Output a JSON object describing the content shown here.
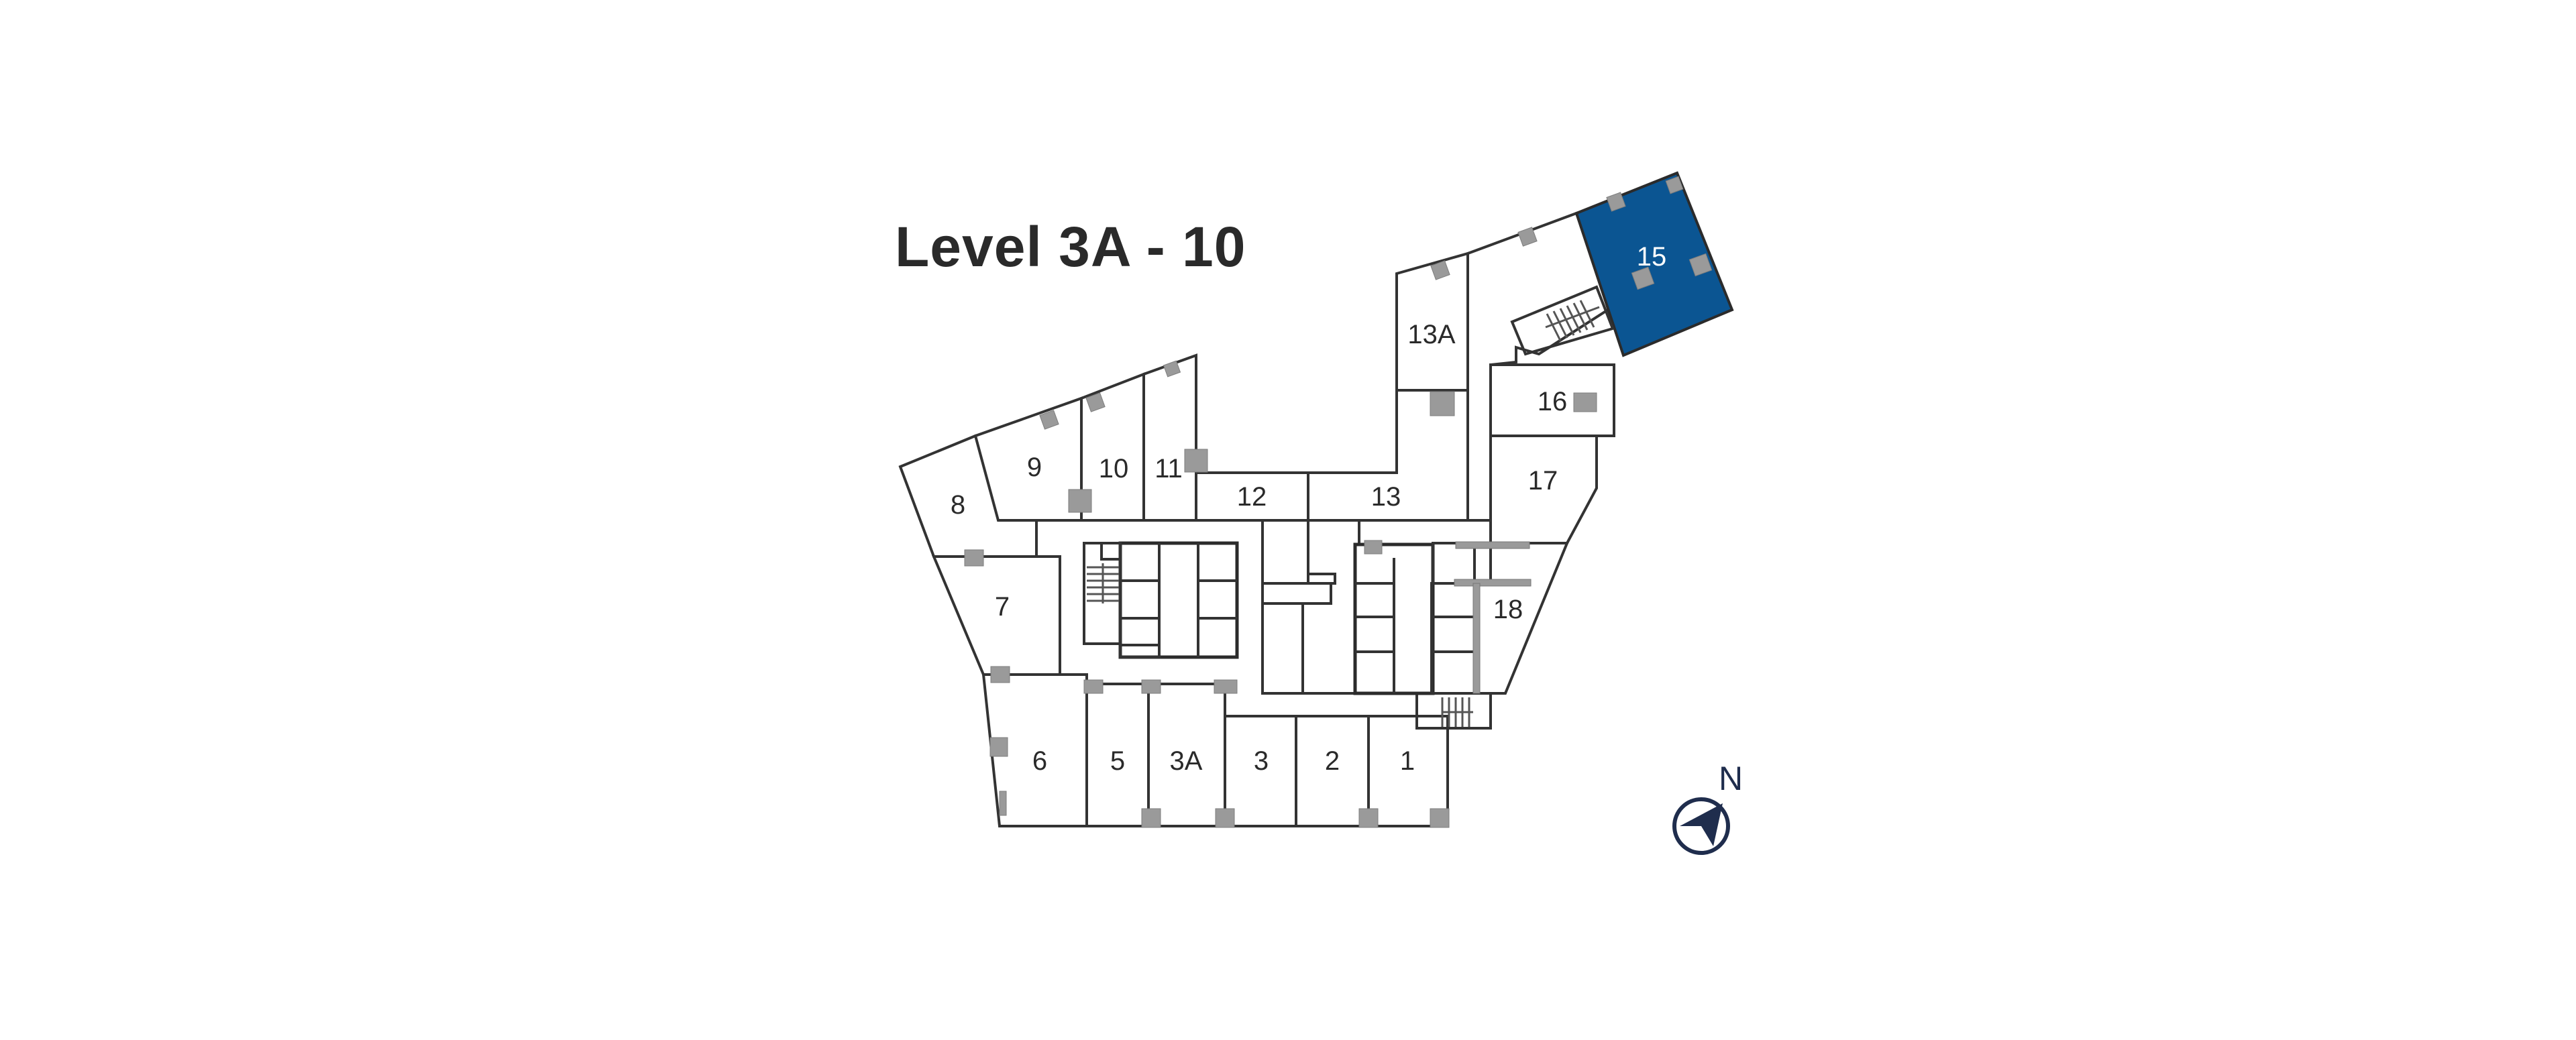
{
  "floorplan": {
    "title": "Level 3A - 10",
    "selected_unit": "15",
    "selected_color": "#0b5592",
    "compass_label": "N",
    "compass_icon": "north-arrow-icon",
    "units": [
      {
        "id": "1",
        "label": "1"
      },
      {
        "id": "2",
        "label": "2"
      },
      {
        "id": "3",
        "label": "3"
      },
      {
        "id": "3A",
        "label": "3A"
      },
      {
        "id": "5",
        "label": "5"
      },
      {
        "id": "6",
        "label": "6"
      },
      {
        "id": "7",
        "label": "7"
      },
      {
        "id": "8",
        "label": "8"
      },
      {
        "id": "9",
        "label": "9"
      },
      {
        "id": "10",
        "label": "10"
      },
      {
        "id": "11",
        "label": "11"
      },
      {
        "id": "12",
        "label": "12"
      },
      {
        "id": "13",
        "label": "13"
      },
      {
        "id": "13A",
        "label": "13A"
      },
      {
        "id": "15",
        "label": "15"
      },
      {
        "id": "16",
        "label": "16"
      },
      {
        "id": "17",
        "label": "17"
      },
      {
        "id": "18",
        "label": "18"
      }
    ]
  }
}
